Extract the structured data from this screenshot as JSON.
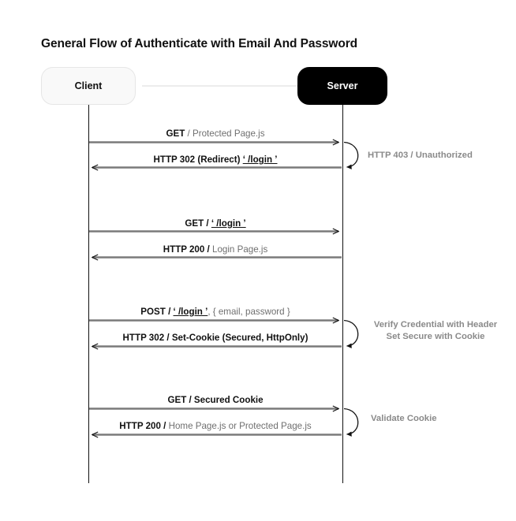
{
  "diagram": {
    "title": "General Flow of Authenticate with Email And Password",
    "type": "sequence-diagram",
    "background": "#ffffff",
    "actors": [
      {
        "id": "client",
        "label": "Client",
        "fill": "#f9f9f9",
        "text_color": "#111111"
      },
      {
        "id": "server",
        "label": "Server",
        "fill": "#000000",
        "text_color": "#ffffff"
      }
    ],
    "colors": {
      "arrow": "#7a7a7a",
      "arrowhead": "#111111",
      "lifeline": "#111111",
      "note_text": "#8a8a8a",
      "label_bold": "#111111",
      "label_muted": "#6f6f6f",
      "connector": "#ececec"
    },
    "messages": [
      {
        "id": "m1",
        "direction": "request",
        "bold": "GET",
        "plain_sep": " / ",
        "muted": "Protected Page.js",
        "underlined": ""
      },
      {
        "id": "m2",
        "direction": "response",
        "bold": "HTTP 302 (Redirect)",
        "plain_sep": "  ",
        "muted": "",
        "underlined": "‘ /login ’"
      },
      {
        "id": "m3",
        "direction": "request",
        "bold": "GET",
        "plain_sep": " / ",
        "muted": "",
        "underlined": "‘ /login ’"
      },
      {
        "id": "m4",
        "direction": "response",
        "bold": "HTTP 200 /",
        "plain_sep": "  ",
        "muted": "Login Page.js",
        "underlined": ""
      },
      {
        "id": "m5",
        "direction": "request",
        "bold": "POST",
        "plain_sep": "  / ",
        "muted": ", { email, password }",
        "underlined": "‘ /login ’"
      },
      {
        "id": "m6",
        "direction": "response",
        "bold": "HTTP 302 / Set-Cookie (Secured, HttpOnly)",
        "plain_sep": "",
        "muted": "",
        "underlined": ""
      },
      {
        "id": "m7",
        "direction": "request",
        "bold": "GET / Secured Cookie",
        "plain_sep": "",
        "muted": "",
        "underlined": ""
      },
      {
        "id": "m8",
        "direction": "response",
        "bold": "HTTP 200 /",
        "plain_sep": "  ",
        "muted": "Home Page.js or Protected Page.js",
        "underlined": ""
      }
    ],
    "notes": [
      {
        "id": "n1",
        "lines": [
          "HTTP 403 / Unauthorized"
        ]
      },
      {
        "id": "n2",
        "lines": [
          "Verify Credential with Header",
          "Set Secure with Cookie"
        ]
      },
      {
        "id": "n3",
        "lines": [
          "Validate Cookie"
        ]
      }
    ]
  }
}
